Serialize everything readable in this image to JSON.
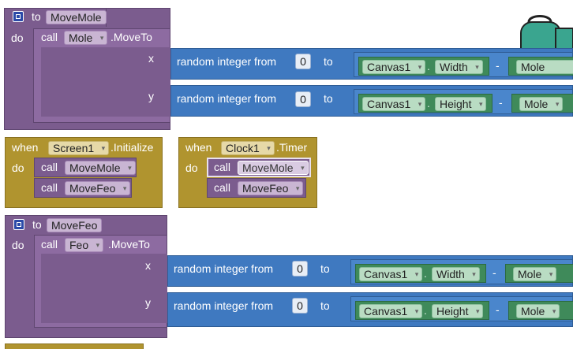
{
  "blocks": {
    "move_mole": {
      "keyword_to": "to",
      "proc_name": "MoveMole",
      "keyword_do": "do",
      "keyword_call": "call",
      "component": "Mole",
      "method": ".MoveTo",
      "x_label": "x",
      "y_label": "y",
      "random_x": "random integer from",
      "random_y": "random integer from",
      "from_x": "0",
      "from_y": "0",
      "keyword_to_x": "to",
      "keyword_to_y": "to",
      "canvas_x": "Canvas1",
      "canvas_y": "Canvas1",
      "prop_x": "Width",
      "prop_y": "Height",
      "minus_x": "-",
      "minus_y": "-",
      "mole_x": "Mole",
      "mole_y": "Mole"
    },
    "screen_init": {
      "keyword_when": "when",
      "component": "Screen1",
      "event": ".Initialize",
      "keyword_do": "do",
      "call_1": "call",
      "proc_1": "MoveMole",
      "call_2": "call",
      "proc_2": "MoveFeo"
    },
    "clock_timer": {
      "keyword_when": "when",
      "component": "Clock1",
      "event": ".Timer",
      "keyword_do": "do",
      "call_1": "call",
      "proc_1": "MoveMole",
      "call_2": "call",
      "proc_2": "MoveFeo"
    },
    "move_feo": {
      "keyword_to": "to",
      "proc_name": "MoveFeo",
      "keyword_do": "do",
      "keyword_call": "call",
      "component": "Feo",
      "method": ".MoveTo",
      "x_label": "x",
      "y_label": "y",
      "random_x": "random integer from",
      "random_y": "random integer from",
      "from_x": "0",
      "from_y": "0",
      "keyword_to_x": "to",
      "keyword_to_y": "to",
      "canvas_x": "Canvas1",
      "canvas_y": "Canvas1",
      "prop_x": "Width",
      "prop_y": "Height",
      "minus_x": "-",
      "minus_y": "-",
      "mole_x": "Mole",
      "mole_y": "Mole"
    }
  },
  "dropdown_arrow": "▾",
  "colors": {
    "procedure": "#7b5c8e",
    "event": "#b0942f",
    "math": "#3f79c0",
    "component_getter": "#3f8a5a",
    "backpack": "#3aa58f"
  },
  "icons": {
    "backpack": "backpack-icon",
    "collapse": "collapse-toggle-icon"
  }
}
